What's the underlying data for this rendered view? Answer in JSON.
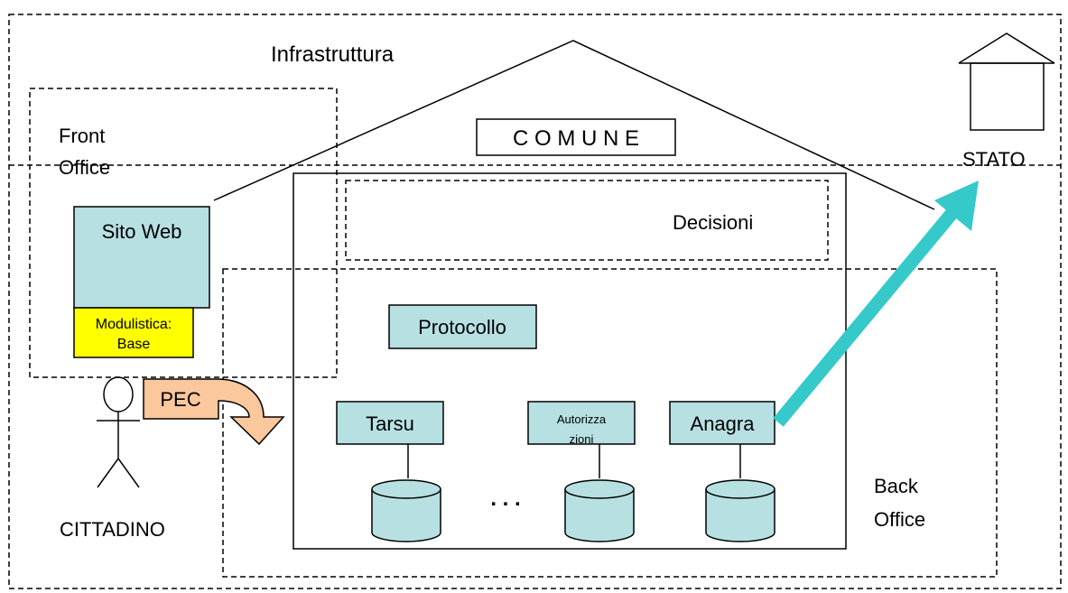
{
  "labels": {
    "infrastructure": "Infrastruttura",
    "comune": "C O M U N E",
    "stato": "STATO",
    "front_office_line1": "Front",
    "front_office_line2": "Office",
    "back_office_line1": "Back",
    "back_office_line2": "Office",
    "decisions": "Decisioni",
    "website": "Sito Web",
    "forms_line1": "Modulistica:",
    "forms_line2": "Base",
    "pec": "PEC",
    "citizen": "CITTADINO",
    "protocol": "Protocollo",
    "tarsu": "Tarsu",
    "authorizations_line1": "Autorizza",
    "authorizations_line2": "zioni",
    "anagra": "Anagra",
    "ellipsis": ". . ."
  },
  "colors": {
    "module_fill": "#b7e0e3",
    "forms_fill": "#ffff00",
    "pec_fill": "#fbc79c",
    "arrow_fill": "#36c9c9",
    "stroke": "#000000"
  }
}
